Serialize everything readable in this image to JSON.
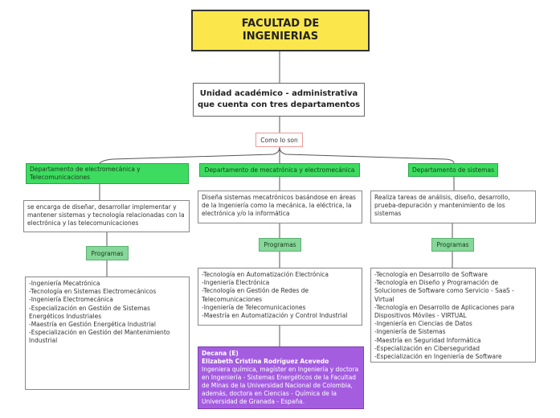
{
  "title": "FACULTAD DE\nINGENIERIAS",
  "unit": "Unidad académico - administrativa\nque cuenta con tres departamentos",
  "connector": "Como lo son",
  "departments": [
    {
      "name": "Departamento de electromecánica y Telecomunicaciones",
      "description": "se encarga de diseñar, desarrollar implementar y mantener sistemas y tecnología relacionadas con la electrónica y las telecomunicaciones",
      "programs_label": "Programas",
      "programs": [
        "-Ingeniería Mecatrónica",
        "-Tecnología en Sistemas Electromecánicos",
        "-Ingeniería Electromecánica",
        "-Especialización en Gestión de Sistemas Energéticos Industriales",
        "-Maestría en Gestión Energética Industrial",
        "-Especialización en Gestión del Mantenimiento Industrial"
      ]
    },
    {
      "name": "Departamento de mecatrónica y electromecánica",
      "description": "Diseña sistemas mecatrónicos basándose en áreas de la Ingeniería como la mecánica, la eléctrica, la electrónica y/o la informática",
      "programs_label": "Programas",
      "programs": [
        "-Tecnología en Automatización Electrónica",
        "-Ingeniería Electrónica",
        "-Tecnología en Gestión de Redes de Telecomunicaciones",
        "-Ingeniería de Telecomunicaciones",
        "-Maestría en Automatización y Control Industrial"
      ]
    },
    {
      "name": "Departamento de sistemas",
      "description": "Realiza  tareas de análisis, diseño, desarrollo, prueba-depuración y mantenimiento de los sistemas",
      "programs_label": "Programas",
      "programs": [
        "-Tecnología en Desarrollo de Software",
        "-Tecnología en Diseño y Programación de Soluciones de Software como Servicio - SaaS - Virtual",
        "-Tecnología en Desarrollo de Aplicaciones para Dispositivos Móviles - VIRTUAL",
        "-Ingeniería en Ciencias de Datos",
        "-Ingeniería de Sistemas",
        "-Maestría en Seguridad Informática",
        "-Especialización en Ciberseguridad",
        "-Especialización en Ingeniería de Software"
      ]
    }
  ],
  "decana": {
    "role": "Decana (E)",
    "name": "Elizabeth Cristina Rodríguez Acevedo",
    "bio": "Ingeniera química, magíster en Ingeniería y doctora en Ingeniería - Sistemas Energéticos de la Facultad de Minas de la Universidad Nacional de Colombia, además, doctora en Ciencias - Química de la Universidad de Granada - España."
  },
  "colors": {
    "title_bg": "#fbe74c",
    "dept_bg": "#3ddc60",
    "programs_bg": "#86d79a",
    "decana_bg": "#a55de0"
  }
}
